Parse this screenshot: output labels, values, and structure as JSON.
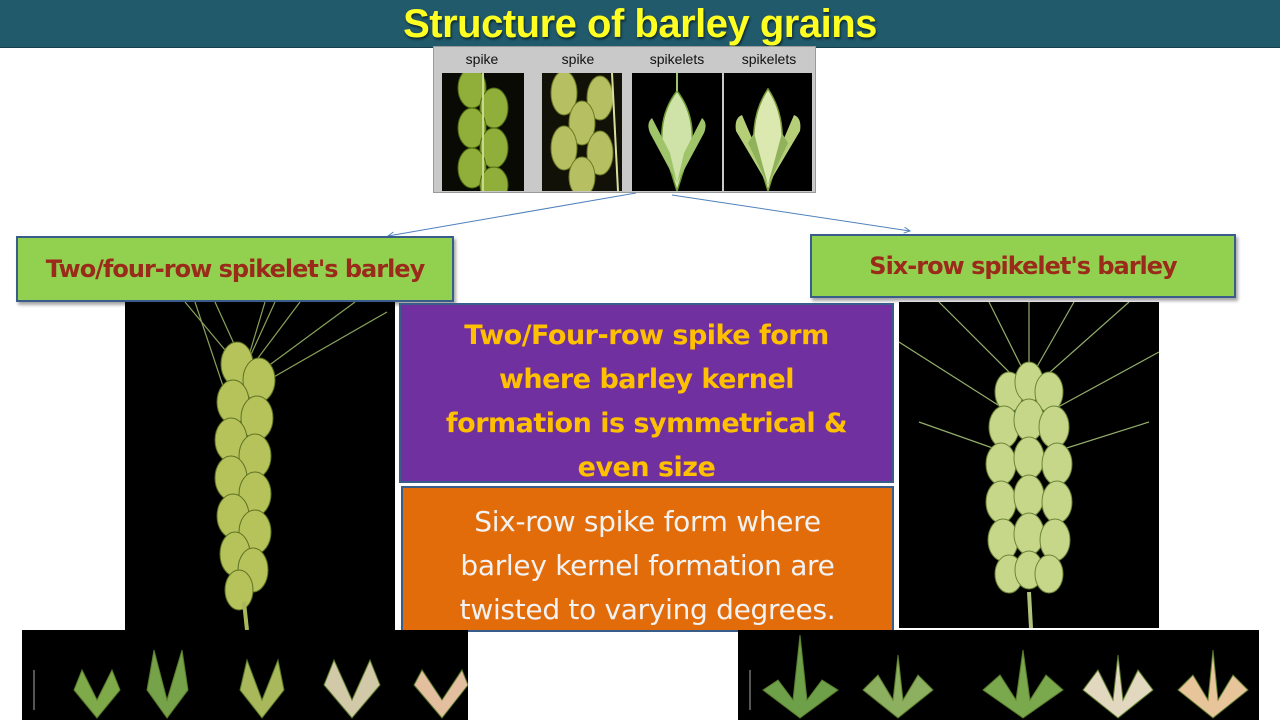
{
  "title": "Structure of barley grains",
  "top_panel": {
    "labels": [
      "spike",
      "spike",
      "spikelets",
      "spikelets"
    ]
  },
  "left_label": "Two/four-row spikelet's barley",
  "right_label": "Six-row spikelet's barley",
  "purple_box": {
    "lines": [
      "Two/Four-row spike form",
      "where barley kernel",
      "formation is symmetrical &",
      "even size"
    ]
  },
  "orange_box": {
    "lines": [
      "Six-row spike form where",
      "barley kernel formation are",
      "twisted to varying degrees."
    ]
  },
  "colors": {
    "title_bar": "#215a6b",
    "title_text": "#ffff22",
    "label_fill": "#92d050",
    "label_text": "#9a2a1a",
    "purple": "#7030a0",
    "purple_text": "#ffc000",
    "orange": "#e36c0a",
    "orange_text": "#f2f2f2"
  }
}
